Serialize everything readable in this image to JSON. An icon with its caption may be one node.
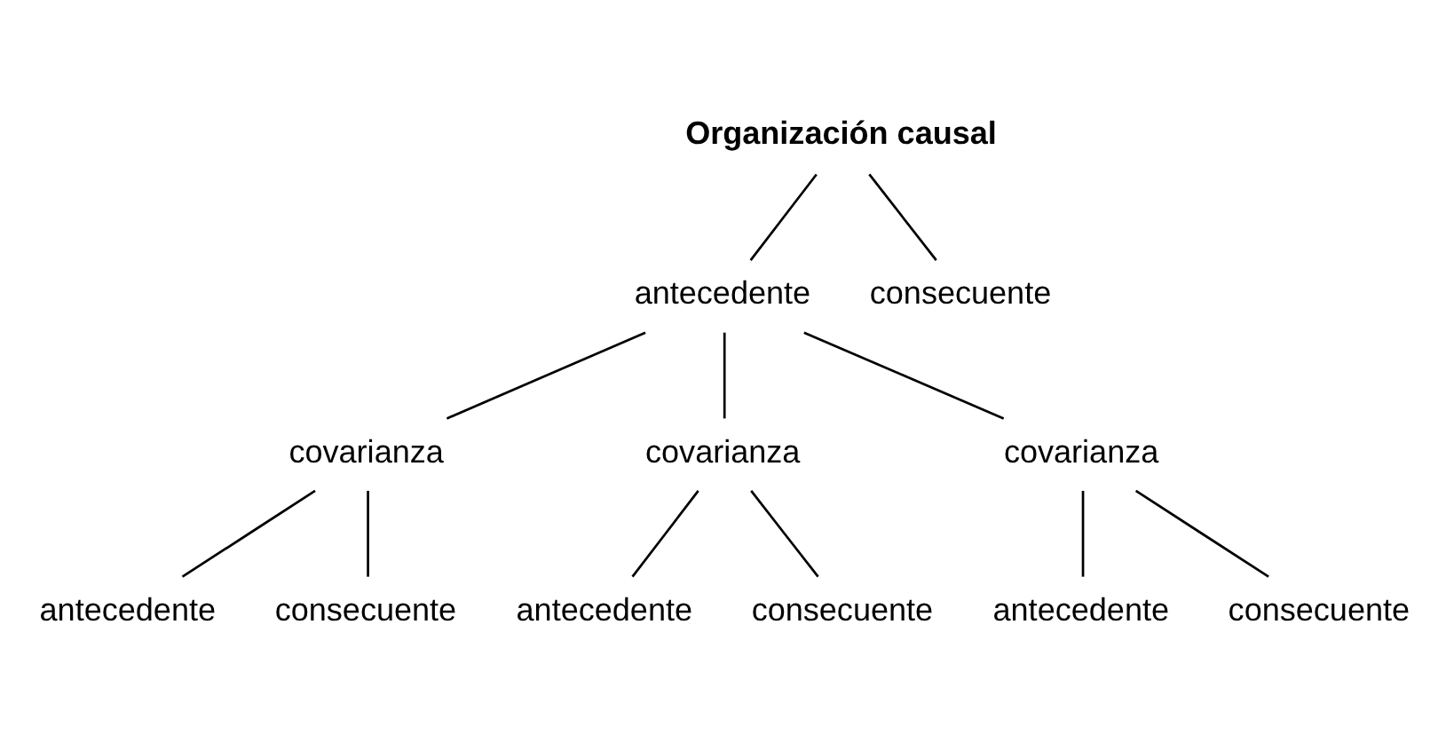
{
  "diagram": {
    "nodes": [
      {
        "text": [
          "Organización causal"
        ]
      },
      {
        "text": [
          "antecedente"
        ]
      },
      {
        "text": [
          "consecuente"
        ]
      },
      {
        "text": [
          "covarianza"
        ]
      },
      {
        "text": [
          "covarianza"
        ]
      },
      {
        "text": [
          "covarianza"
        ]
      },
      {
        "text": [
          "antecedente"
        ]
      },
      {
        "text": [
          "consecuente"
        ]
      },
      {
        "text": [
          "antecedente"
        ]
      },
      {
        "text": [
          "consecuente"
        ]
      },
      {
        "text": [
          "antecedente"
        ]
      },
      {
        "text": [
          "consecuente"
        ]
      }
    ],
    "edges": [
      {
        "from": 0,
        "to": 1,
        "arrow": "none"
      },
      {
        "from": 0,
        "to": 2,
        "arrow": "none"
      },
      {
        "from": 1,
        "to": 3,
        "arrow": "none"
      },
      {
        "from": 1,
        "to": 4,
        "arrow": "none"
      },
      {
        "from": 1,
        "to": 5,
        "arrow": "none"
      },
      {
        "from": 3,
        "to": 6,
        "arrow": "none"
      },
      {
        "from": 3,
        "to": 7,
        "arrow": "none"
      },
      {
        "from": 4,
        "to": 8,
        "arrow": "none"
      },
      {
        "from": 4,
        "to": 9,
        "arrow": "none"
      },
      {
        "from": 5,
        "to": 10,
        "arrow": "none"
      },
      {
        "from": 5,
        "to": 11,
        "arrow": "none"
      }
    ]
  }
}
